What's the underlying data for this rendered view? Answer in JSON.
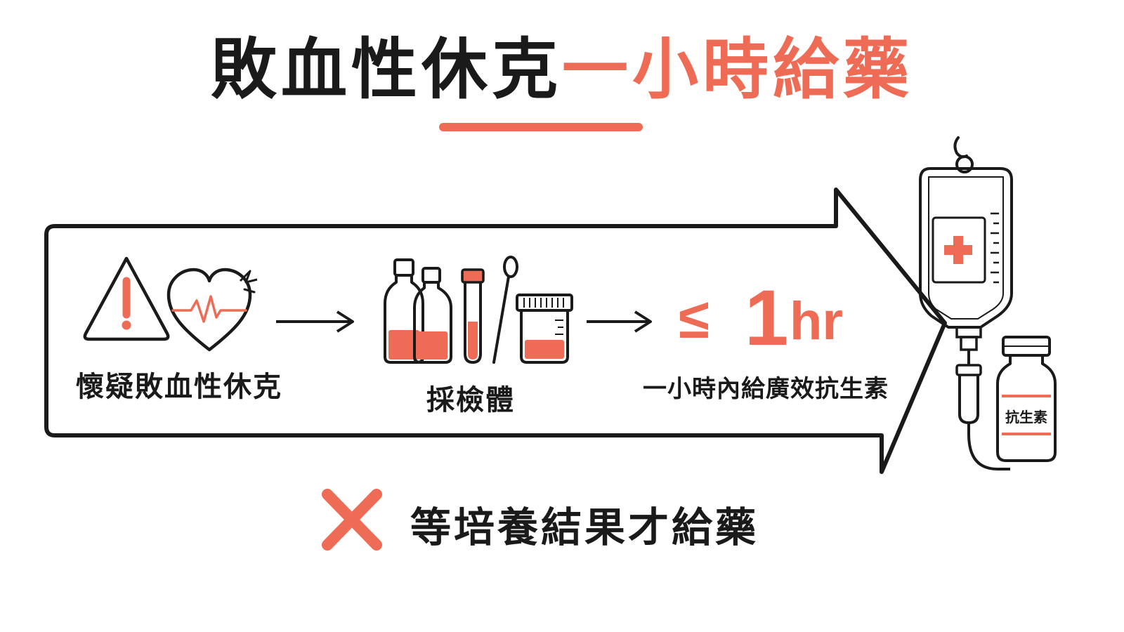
{
  "title": {
    "part1": "敗血性休克",
    "part2": "一小時給藥"
  },
  "steps": [
    {
      "label": "懷疑敗血性休克",
      "icons": [
        "warning-icon",
        "heartbeat-icon"
      ]
    },
    {
      "label": "採檢體",
      "icons": [
        "culture-bottle-icon",
        "test-tube-icon",
        "swab-icon",
        "specimen-cup-icon"
      ]
    },
    {
      "label": "一小時內給廣效抗生素",
      "time_symbol": "≤",
      "time_value": "1",
      "time_unit": "hr"
    }
  ],
  "vial_label": "抗生素",
  "note": {
    "icon": "cross-mark-icon",
    "text": "等培養結果才給藥"
  },
  "colors": {
    "accent": "#ee6c55",
    "ink": "#1a1a1a"
  }
}
